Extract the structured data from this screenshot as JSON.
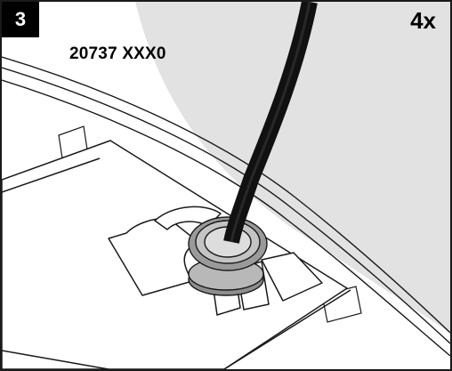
{
  "step": {
    "number": "3",
    "part_number": "20737 XXX0",
    "quantity": "4x"
  },
  "colors": {
    "frame": "#1a1a1a",
    "background_area": "#e2e2e2",
    "cable": "#111111",
    "grommet": "#9a9a9a",
    "line": "#1a1a1a"
  }
}
